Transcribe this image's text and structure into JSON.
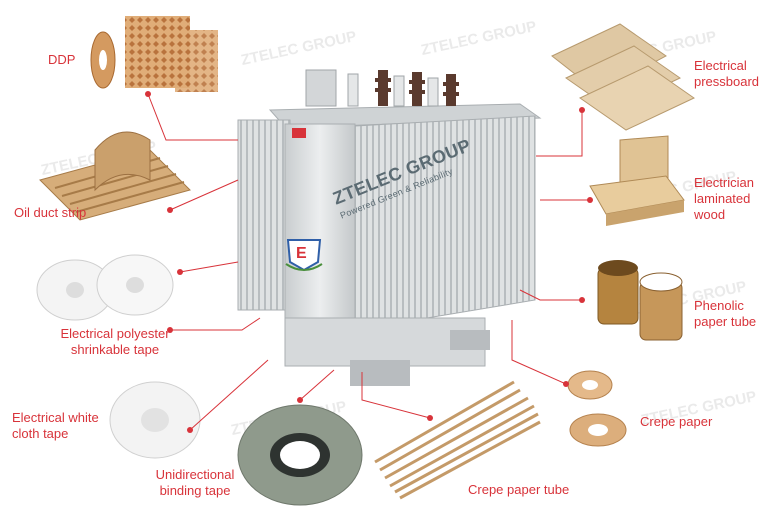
{
  "brand": {
    "name": "ZTELEC GROUP",
    "tagline": "Powered Green & Reliability",
    "watermark": "ZTELEC GROUP"
  },
  "colors": {
    "label": "#d8333a",
    "leader": "#d8333a",
    "tank": "#d9dcdd"
  },
  "labels": {
    "ddp": "DDP",
    "oil_duct_strip": "Oil duct strip",
    "polyester_tape": "Electrical polyester\nshrinkable tape",
    "white_cloth_tape": "Electrical white\ncloth tape",
    "binding_tape": "Unidirectional\nbinding tape",
    "crepe_paper_tube": "Crepe paper tube",
    "crepe_paper": "Crepe paper",
    "phenolic_tube": "Phenolic\npaper tube",
    "laminated_wood": "Electrician\nlaminated\nwood",
    "pressboard": "Electrical\npressboard"
  }
}
